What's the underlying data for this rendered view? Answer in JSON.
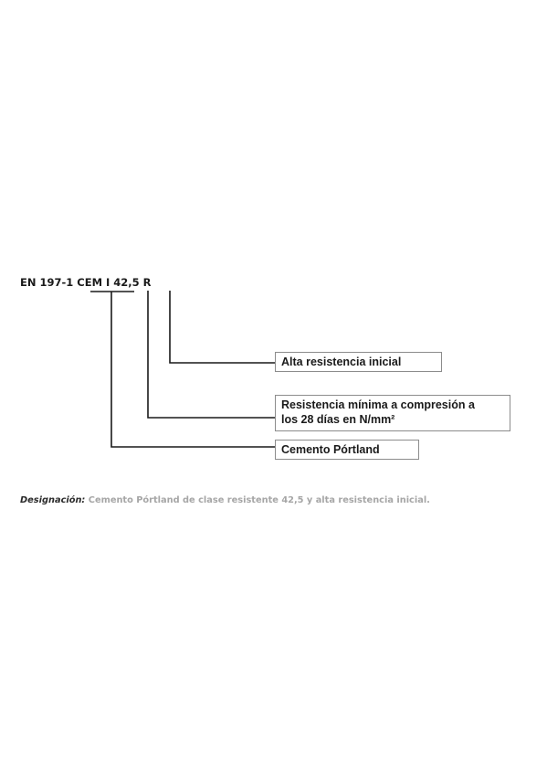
{
  "diagram": {
    "code": "EN 197-1 CEM I 42,5 R",
    "labels": {
      "alta": "Alta resistencia inicial",
      "resistencia_line1": "Resistencia mínima a compresión a",
      "resistencia_line2": "los 28 días en N/mm²",
      "cemento": "Cemento Pórtland"
    }
  },
  "caption": {
    "label": "Designación:",
    "text": " Cemento Pórtland de clase resistente 42,5 y alta resistencia inicial."
  },
  "colors": {
    "line": "#1a1a1a",
    "box_border": "#8c8c8c",
    "caption_text": "#a6a6a6"
  }
}
